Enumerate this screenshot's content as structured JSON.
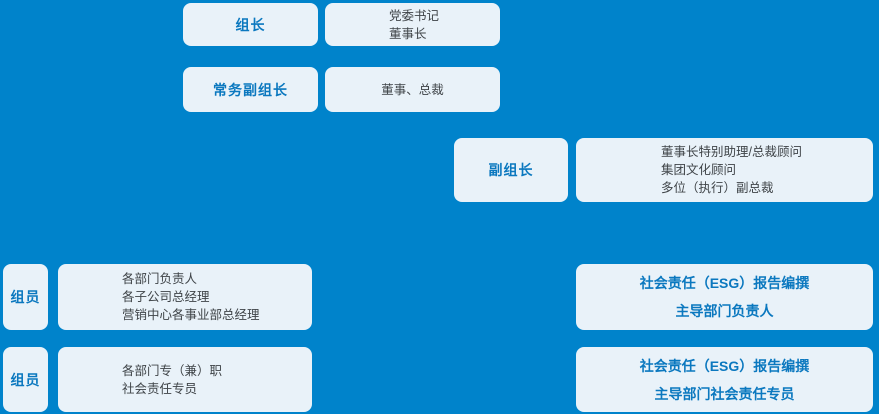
{
  "colors": {
    "background": "#0083CB",
    "box_fill": "#E9F2F9",
    "accent_text": "#0B78BF",
    "body_text": "#3F4448"
  },
  "org_chart": {
    "leader": {
      "label": "组长",
      "roles": [
        "党委书记",
        "董事长"
      ]
    },
    "executive_deputy_leader": {
      "label": "常务副组长",
      "roles": [
        "董事、总裁"
      ]
    },
    "deputy_leader": {
      "label": "副组长",
      "roles": [
        "董事长特别助理/总裁顾问",
        "集团文化顾问",
        "多位（执行）副总裁"
      ]
    },
    "members_group_1": {
      "label": "组员",
      "roles": [
        "各部门负责人",
        "各子公司总经理",
        "营销中心各事业部总经理"
      ]
    },
    "members_group_2": {
      "label": "组员",
      "roles": [
        "各部门专（兼）职",
        "社会责任专员"
      ]
    },
    "esg_report_lead_dept": {
      "lines": [
        "社会责任（ESG）报告编撰",
        "主导部门负责人"
      ]
    },
    "esg_report_specialist": {
      "lines": [
        "社会责任（ESG）报告编撰",
        "主导部门社会责任专员"
      ]
    }
  }
}
